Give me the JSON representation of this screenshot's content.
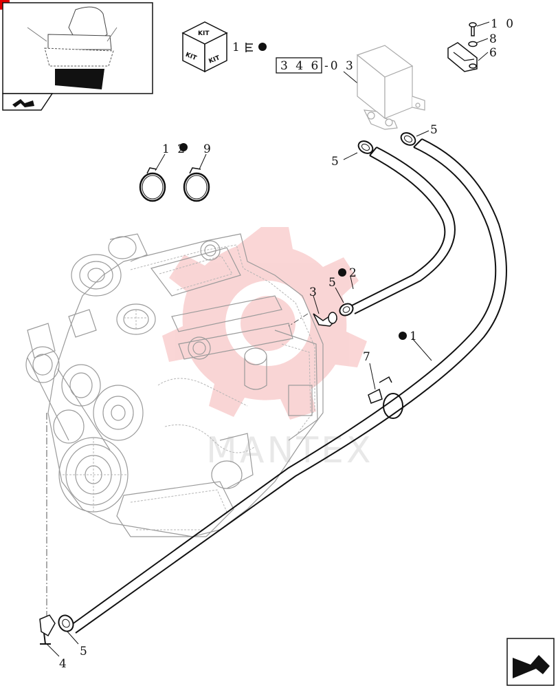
{
  "kit_icon": {
    "labels": [
      "KIT",
      "KIT",
      "KIT"
    ]
  },
  "ref_box": {
    "code": "3 4 6",
    "suffix": "-0 3"
  },
  "callouts": {
    "c1_kit": "1",
    "c1_hose": "1",
    "c2": "2",
    "c3": "3",
    "c4": "4",
    "c5_left_clamp": "5",
    "c5_right_clamp": "5",
    "c5_mid": "5",
    "c5_bottom": "5",
    "c6": "6",
    "c7": "7",
    "c8": "8",
    "c9": "9",
    "c10": "1 0",
    "c12": "1 2"
  },
  "watermark": {
    "text": "MANTEX"
  },
  "icons": {
    "thumbnail": "seat-thumbnail-icon",
    "back_arrow": "back-arrow-icon",
    "next_arrow": "next-page-arrow-icon",
    "corner": "red-corner-mark",
    "bullet": "filled-dot-icon",
    "watermark_gear": "gear-watermark-icon"
  },
  "colors": {
    "line": "#111111",
    "watermark": "#f08a8a",
    "engine": "#9a9a9a",
    "accent": "#e00000"
  }
}
